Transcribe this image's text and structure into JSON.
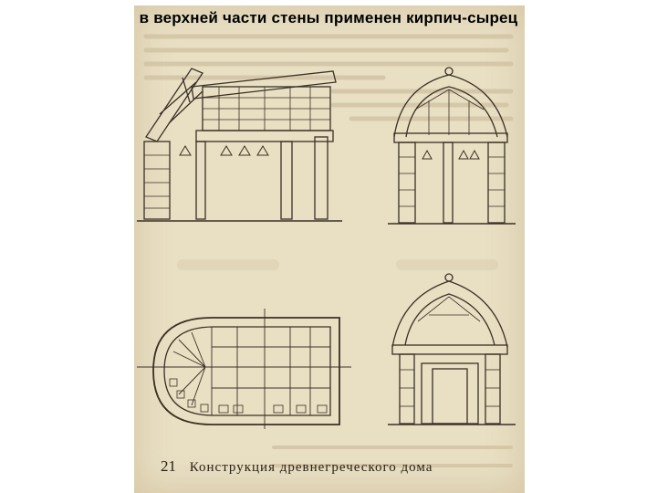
{
  "slide": {
    "title": "в верхней части стены применен кирпич-сырец"
  },
  "figure": {
    "number": "21",
    "caption": "Конструкция древнегреческого дома"
  },
  "colors": {
    "paper": "#e9dfc3",
    "ink": "#3a3026",
    "faded_text": "#c9bb9c"
  }
}
